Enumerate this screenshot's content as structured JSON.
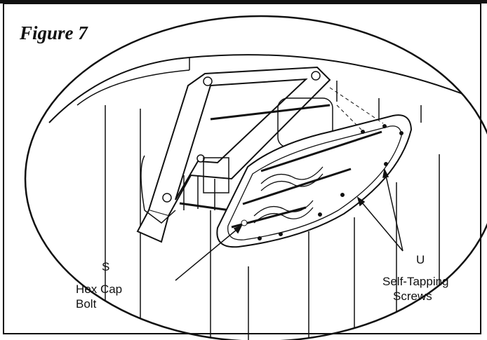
{
  "figure": {
    "title": "Figure 7"
  },
  "callouts": {
    "s": {
      "letter": "S",
      "line1": "Hex Cap",
      "line2": "Bolt"
    },
    "u": {
      "letter": "U",
      "line1": "Self-Tapping",
      "line2": "Screws"
    }
  },
  "colors": {
    "ink": "#111111",
    "background": "#ffffff"
  }
}
